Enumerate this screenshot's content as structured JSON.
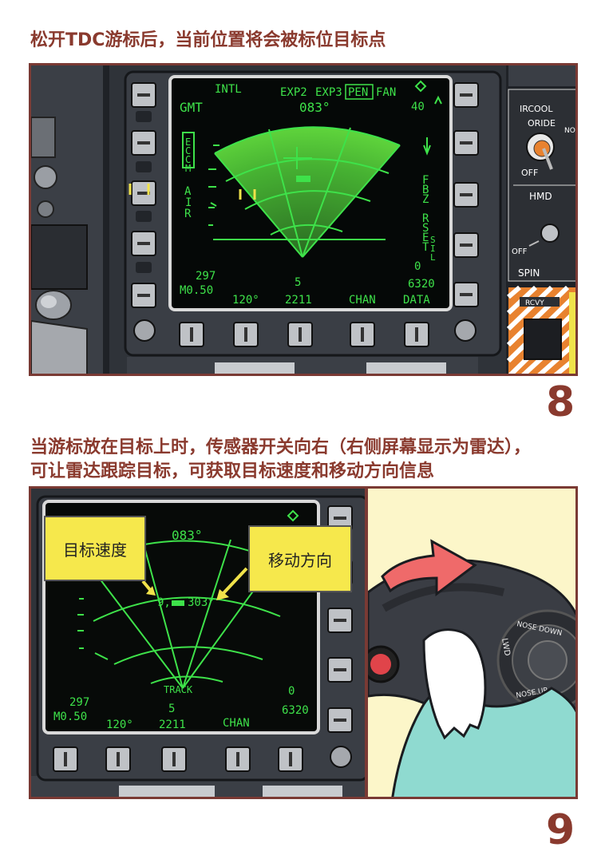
{
  "step8": {
    "caption": "松开TDC游标后，当前位置将会被标位目标点",
    "number": "8",
    "display": {
      "top_labels": [
        "INTL",
        "EXP2",
        "EXP3",
        "PEN",
        "FAN"
      ],
      "heading": "083°",
      "mode": "GMT",
      "range": "40",
      "left_vertical": [
        "E",
        "C",
        "C",
        "M"
      ],
      "air_vertical": [
        "A",
        "I",
        "R"
      ],
      "fbz": [
        "F",
        "B",
        "Z"
      ],
      "rset": [
        "R",
        "S",
        "E",
        "T"
      ],
      "sil": [
        "S",
        "I",
        "L"
      ],
      "bottom_left_top": "297",
      "bottom_left_bottom": "M0.50",
      "bottom_angle": "120°",
      "bottom_center_top": "5",
      "bottom_center_bottom": "2211",
      "bottom_chan": "CHAN",
      "bottom_right_top": "0",
      "bottom_right_mid": "6320",
      "bottom_data": "DATA"
    },
    "side_panel": {
      "ircool": "IRCOOL",
      "oride": "ORIDE",
      "norm": "NORM",
      "off1": "OFF",
      "hmd": "HMD",
      "off2": "OFF",
      "spin": "SPIN",
      "rcvy": "RCVY"
    },
    "colors": {
      "radar_green": "#3ee24a",
      "frame": "#7a3a34",
      "hazard_orange": "#e8822f"
    }
  },
  "step9": {
    "caption_line1": "当游标放在目标上时，传感器开关向右（右侧屏幕显示为雷达），",
    "caption_line2": "可让雷达跟踪目标，可获取目标速度和移动方向信息",
    "number": "9",
    "display": {
      "heading": "083°",
      "target_speed": "9,",
      "target_heading": "303°",
      "track": "TRACK",
      "bottom_left_top": "297",
      "bottom_left_bottom": "M0.50",
      "bottom_angle": "120°",
      "bottom_center_top": "5",
      "bottom_center_bottom": "2211",
      "bottom_chan": "CHAN",
      "right_top": "0",
      "right_mid": "6320"
    },
    "callouts": {
      "speed": "目标速度",
      "direction": "移动方向"
    },
    "stick_labels": {
      "nose_down": "NOSE DOWN",
      "lwd": "LWD",
      "nose_up": "NOSE UP"
    }
  }
}
